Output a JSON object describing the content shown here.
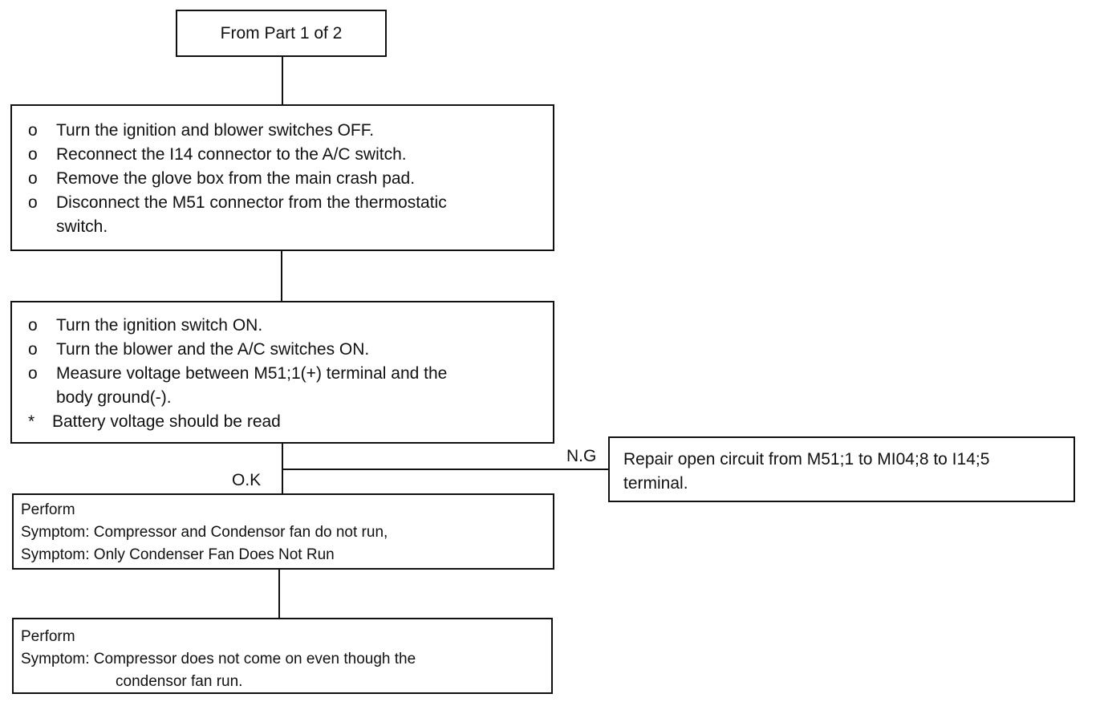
{
  "start_box": {
    "text": "From Part 1 of 2"
  },
  "step1": {
    "items": [
      {
        "bullet": "o",
        "lines": [
          "Turn the ignition and blower switches OFF."
        ]
      },
      {
        "bullet": "o",
        "lines": [
          "Reconnect the I14 connector to the A/C switch."
        ]
      },
      {
        "bullet": "o",
        "lines": [
          "Remove the glove box from the main crash pad."
        ]
      },
      {
        "bullet": "o",
        "lines": [
          "Disconnect the M51 connector from the thermostatic",
          "switch."
        ]
      }
    ]
  },
  "step2": {
    "items": [
      {
        "bullet": "o",
        "lines": [
          "Turn the ignition switch ON."
        ]
      },
      {
        "bullet": "o",
        "lines": [
          "Turn the blower and the A/C switches ON."
        ]
      },
      {
        "bullet": "o",
        "lines": [
          "Measure voltage between M51;1(+) terminal and the",
          "body ground(-)."
        ]
      },
      {
        "bullet": "*",
        "lines": [
          "Battery voltage should be read"
        ]
      }
    ]
  },
  "branches": {
    "ng_label": "N.G",
    "ok_label": "O.K"
  },
  "repair_box": {
    "line1": "Repair open circuit from M51;1 to MI04;8 to I14;5",
    "line2": "terminal."
  },
  "perform1": {
    "title": "Perform",
    "line1": "Symptom: Compressor and Condensor fan do not run,",
    "line2": "Symptom: Only Condenser Fan Does Not Run"
  },
  "perform2": {
    "title": "Perform",
    "line1": "Symptom: Compressor does not come on even though the",
    "line2": "condensor fan run."
  }
}
